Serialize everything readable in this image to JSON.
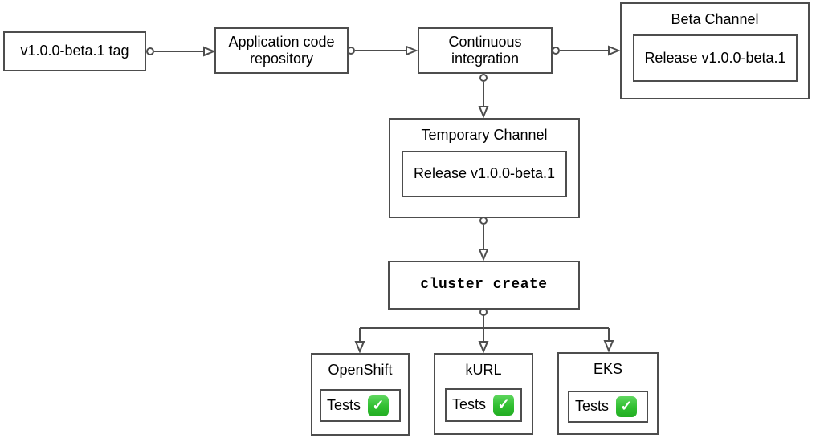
{
  "diagram": {
    "nodes": {
      "tag": {
        "label": "v1.0.0-beta.1 tag"
      },
      "repo": {
        "label": "Application code repository"
      },
      "ci": {
        "label": "Continuous integration"
      },
      "beta_channel": {
        "title": "Beta Channel",
        "release": "Release v1.0.0-beta.1"
      },
      "temporary_channel": {
        "title": "Temporary Channel",
        "release": "Release v1.0.0-beta.1"
      },
      "cluster_create": {
        "label": "cluster create"
      },
      "platforms": [
        {
          "name": "OpenShift",
          "tests_label": "Tests",
          "status": "passed"
        },
        {
          "name": "kURL",
          "tests_label": "Tests",
          "status": "passed"
        },
        {
          "name": "EKS",
          "tests_label": "Tests",
          "status": "passed"
        }
      ]
    },
    "icons": {
      "check_glyph": "✓"
    },
    "colors": {
      "node_border": "#4d4d4d",
      "arrow": "#4d4d4d",
      "check_green": "#2fbe2f",
      "text": "#000000",
      "background": "#ffffff"
    }
  }
}
